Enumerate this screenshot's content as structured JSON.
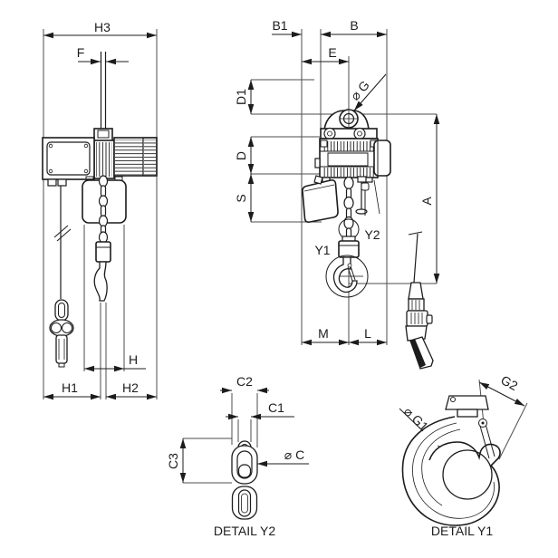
{
  "drawing": {
    "type": "dimensional-drawing-electric-chain-hoist",
    "colors": {
      "line": "#1c1c1c",
      "construction": "#4d4d4d",
      "background": "#ffffff"
    },
    "views": {
      "side_view": {
        "dims": {
          "h3": "H3",
          "f": "F",
          "h": "H",
          "h1": "H1",
          "h2": "H2"
        }
      },
      "front_view": {
        "dims": {
          "b1": "B1",
          "b": "B",
          "e": "E",
          "phi_g": "⌀ G",
          "d1": "D1",
          "d": "D",
          "s": "S",
          "a": "A",
          "m": "M",
          "l": "L"
        },
        "markers": {
          "y1": "Y1",
          "y2": "Y2"
        }
      },
      "detail_y2": {
        "title": "DETAIL Y2",
        "dims": {
          "c2": "C2",
          "c1": "C1",
          "c3": "C3",
          "phi_c": "⌀ C"
        }
      },
      "detail_y1": {
        "title": "DETAIL Y1",
        "dims": {
          "g2": "G2",
          "phi_g1": "⌀ G1"
        }
      }
    }
  }
}
